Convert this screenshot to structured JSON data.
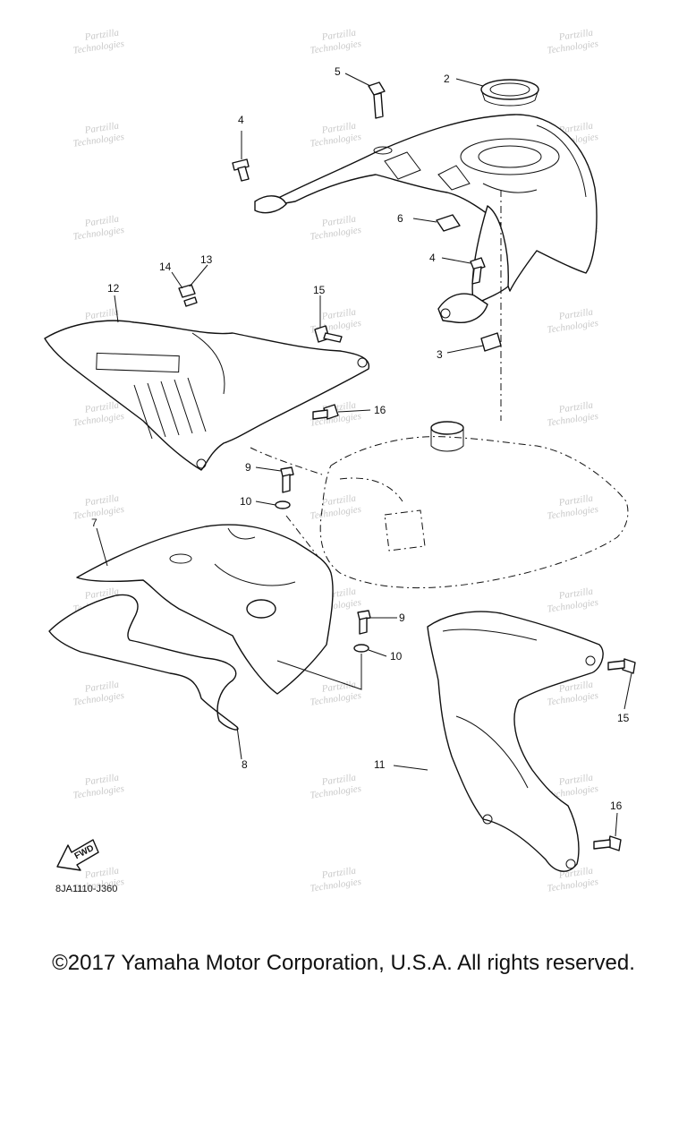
{
  "diagram": {
    "callouts": [
      "2",
      "5",
      "4",
      "6",
      "4",
      "3",
      "14",
      "13",
      "12",
      "15",
      "16",
      "9",
      "10",
      "7",
      "9",
      "10",
      "8",
      "11",
      "15",
      "16"
    ],
    "fwd_label": "FWD",
    "drawing_code": "8JA1110-J360",
    "watermark_lines": [
      "Partzilla",
      "Technologies"
    ]
  },
  "footer": {
    "copyright": "©2017 Yamaha Motor Corporation, U.S.A. All rights reserved."
  }
}
